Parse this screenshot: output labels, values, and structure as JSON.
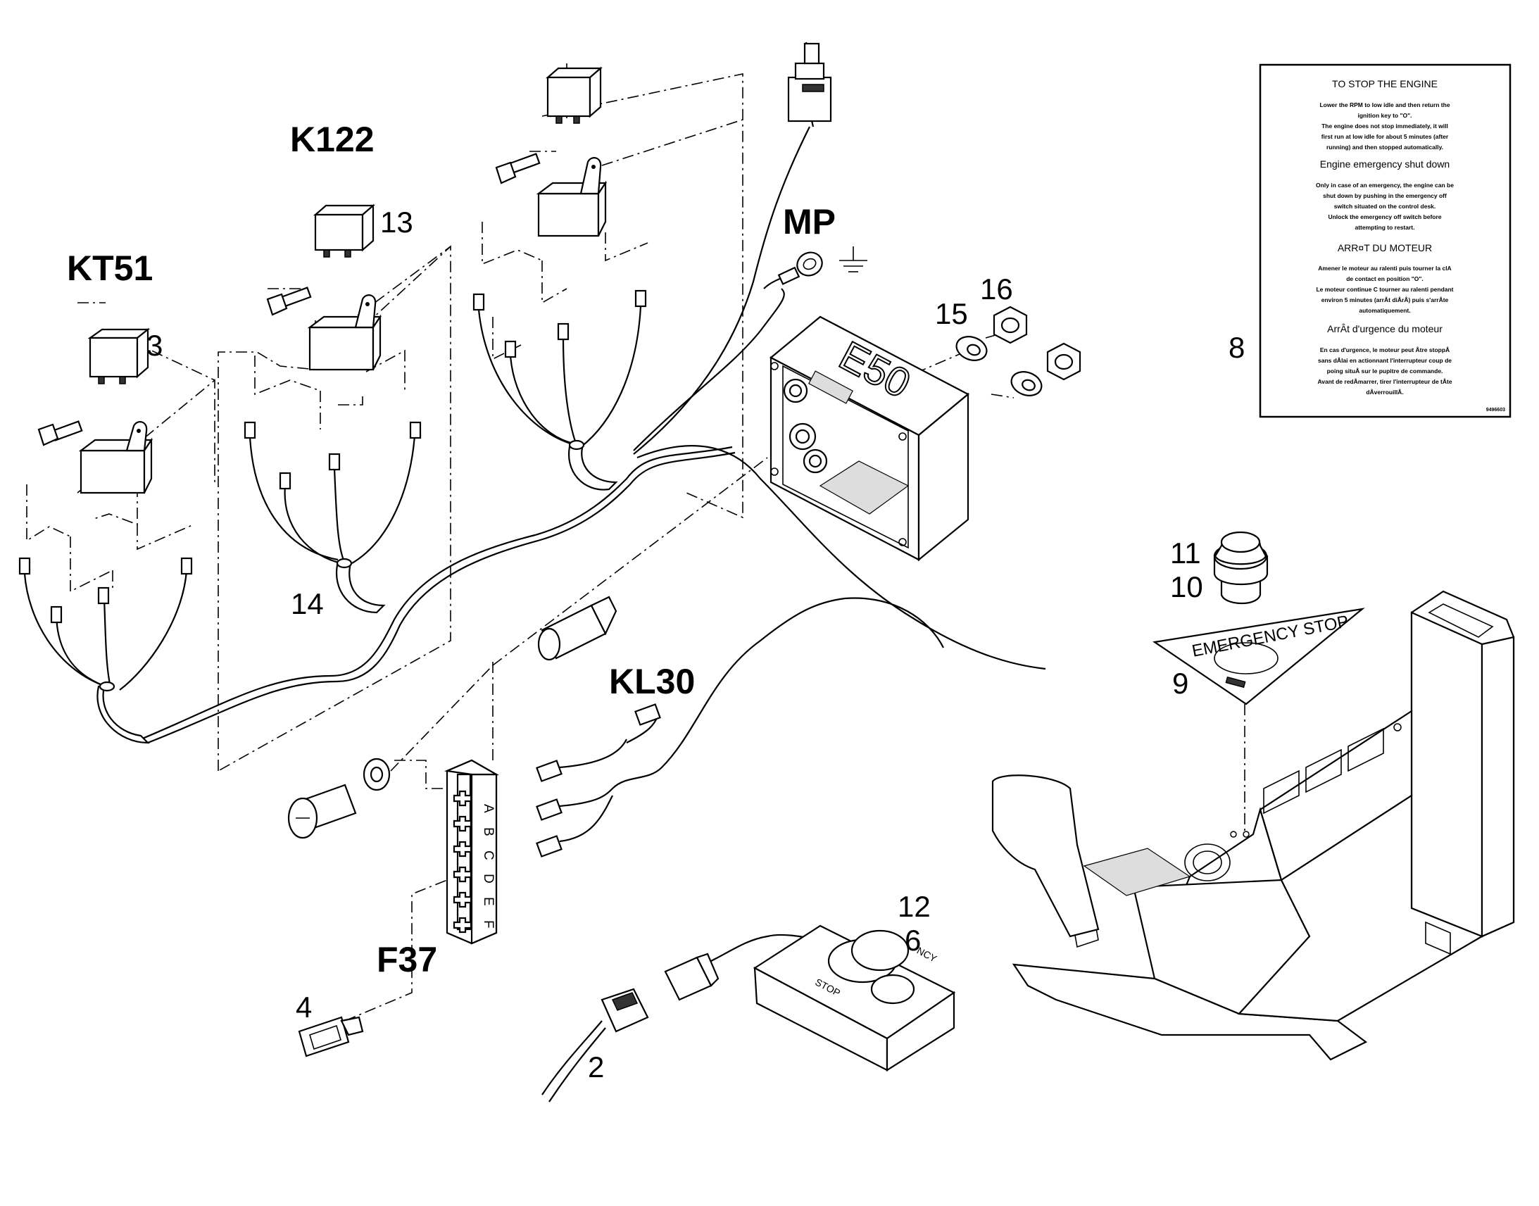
{
  "callouts": {
    "kt51": "KT51",
    "k122": "K122",
    "mp": "MP",
    "kl30": "KL30",
    "f37": "F37",
    "n2": "2",
    "n3": "3",
    "n4": "4",
    "n6": "6",
    "n8": "8",
    "n9": "9",
    "n10": "10",
    "n11": "11",
    "n12": "12",
    "n13": "13",
    "n14": "14",
    "n15": "15",
    "n16": "16"
  },
  "junction_box": {
    "label": "E50"
  },
  "fuse_holder": {
    "letters": [
      "A",
      "B",
      "C",
      "D",
      "E",
      "F"
    ]
  },
  "sticker": {
    "text": "EMERGENCY STOP"
  },
  "control_box": {
    "text_stop": "STOP",
    "text_ncy": "NCY"
  },
  "instruction_label": {
    "title": "TO STOP THE ENGINE",
    "en_lines": [
      "Lower the RPM to low idle and then return the",
      "ignition key to \"O\".",
      "The engine does not stop immediately, it will",
      "first run at low idle for about                5 minutes (after",
      "running)                and then stopped automatically."
    ],
    "emergency_title": "Engine emergency shut down",
    "emergency_lines": [
      "Only in case of an emergency,                    the engine can be",
      "shut down by pushing in the emergency off",
      "switch situated on the control desk.",
      "Unlock the emergency off switch before",
      "attempting to restart."
    ],
    "fr_title": "ARR¤T DU MOTEUR",
    "fr_lines": [
      "Amener le moteur au ralenti puis tourner la clA",
      "de contact en position \"O\".",
      "Le moteur continue C tourner au ralenti pendant",
      "environ            5 minutes (arrÂt diÂrÂ)                puis s'arrÂte",
      "automatiquement."
    ],
    "fr_emergency_title": "ArrÂt d'urgence du moteur",
    "fr_emergency_lines": [
      "En cas d'urgence,                       le moteur peut Âtre stoppÂ",
      "sans dÂlai en actionnant l'interrupteur coup de",
      "poing situÂ sur le pupitre de commande.",
      "Avant de redÂmarrer, tirer l'interrupteur de tÂte",
      "dÂverrouillÂ."
    ],
    "code": "9496603"
  }
}
